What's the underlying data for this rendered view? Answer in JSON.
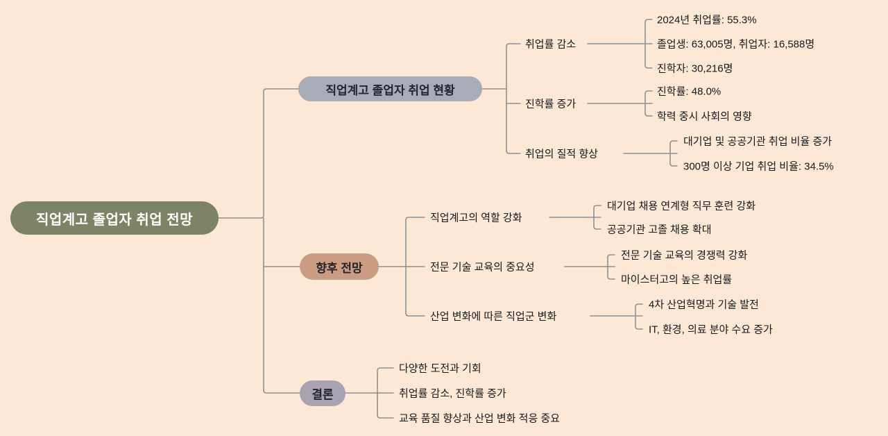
{
  "root": {
    "label": "직업계고 졸업자 취업 전망"
  },
  "branches": [
    {
      "label": "직업계고 졸업자 취업 현황",
      "children": [
        {
          "label": "취업률 감소",
          "leaves": [
            "2024년 취업률: 55.3%",
            "졸업생: 63,005명, 취업자: 16,588명",
            "진학자: 30,216명"
          ]
        },
        {
          "label": "진학률 증가",
          "leaves": [
            "진학률: 48.0%",
            "학력 중시 사회의 영향"
          ]
        },
        {
          "label": "취업의 질적 향상",
          "leaves": [
            "대기업 및 공공기관 취업 비율 증가",
            "300명 이상 기업 취업 비율: 34.5%"
          ]
        }
      ]
    },
    {
      "label": "향후 전망",
      "children": [
        {
          "label": "직업계고의 역할 강화",
          "leaves": [
            "대기업 채용 연계형 직무 훈련 강화",
            "공공기관 고졸 채용 확대"
          ]
        },
        {
          "label": "전문 기술 교육의 중요성",
          "leaves": [
            "전문 기술 교육의 경쟁력 강화",
            "마이스터고의 높은 취업률"
          ]
        },
        {
          "label": "산업 변화에 따른 직업군 변화",
          "leaves": [
            "4차 산업혁명과 기술 발전",
            "IT, 환경, 의료 분야 수요 증가"
          ]
        }
      ]
    },
    {
      "label": "결론",
      "children": [
        {
          "label": "다양한 도전과 기회",
          "leaves": []
        },
        {
          "label": "취업률 감소, 진학률 증가",
          "leaves": []
        },
        {
          "label": "교육 품질 향상과 산업 변화 적응 중요",
          "leaves": []
        }
      ]
    }
  ],
  "colors": {
    "background": "#fce8d5",
    "root_fill": "#7d8465",
    "root_text": "#ffffff",
    "branch1_fill": "#a8acb8",
    "branch2_fill": "#cb9c82",
    "branch3_fill": "#a7a3b1",
    "node_text": "#15181d",
    "line": "#8b9095"
  }
}
